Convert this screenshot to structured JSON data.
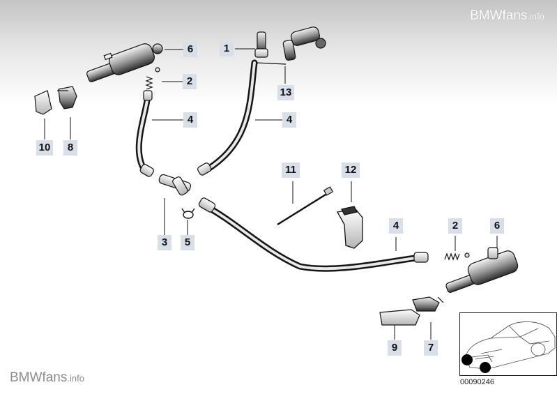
{
  "watermarks": {
    "top": {
      "brand": "BMWfans",
      "suffix": ".info"
    },
    "bottom": {
      "brand": "BMWfans",
      "suffix": ".info"
    }
  },
  "callouts": {
    "c1": "1",
    "c6a": "6",
    "c2a": "2",
    "c13": "13",
    "c4a": "4",
    "c4b": "4",
    "c10": "10",
    "c8": "8",
    "c11": "11",
    "c12": "12",
    "c4c": "4",
    "c2b": "2",
    "c6b": "6",
    "c3": "3",
    "c5": "5",
    "c9": "9",
    "c7": "7"
  },
  "inset": {
    "code": "00090246"
  },
  "colors": {
    "callout_bg": "#d8dfe8",
    "line": "#111111",
    "hose": "#1a1a1a"
  }
}
